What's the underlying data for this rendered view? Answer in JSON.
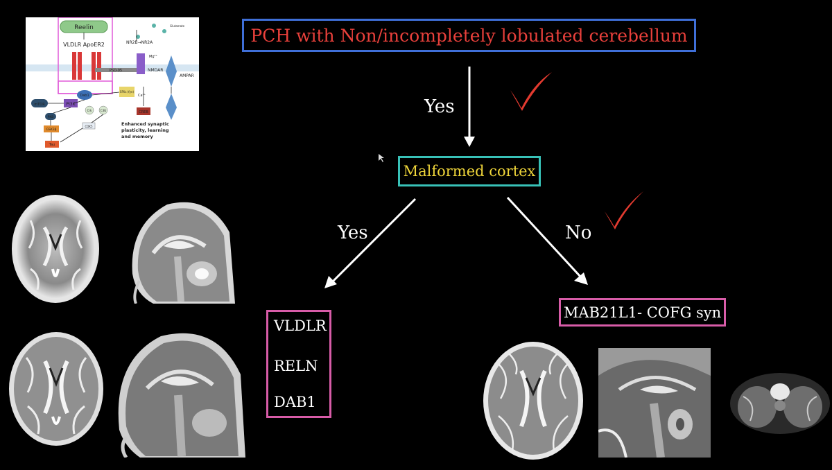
{
  "pathway": {
    "reelin": "Reelin",
    "receptors": "VLDLR ApoER2",
    "nr": "NR2B→NR2A",
    "glutamate": "Glutamate",
    "mg": "Mg²⁺",
    "psd": "PSD-95",
    "nmdar": "NMDAR",
    "ampar": "AMPAR",
    "dab1": "Dab1",
    "sfks": "SFKs (fyn)",
    "ca": "Ca²⁺",
    "creb": "CREB",
    "mtor": "mTOR",
    "pi3k": "PI3K",
    "pkb": "PKB",
    "gsk": "GSK3β",
    "tau": "Tau",
    "crk": "Crk",
    "c3g": "C3G",
    "cdk5": "CDK5",
    "enhanced": [
      "Enhanced synaptic",
      "plasticity, learning",
      "and memory"
    ]
  },
  "flow": {
    "title": "PCH with Non/incompletely lobulated cerebellum",
    "yes_top": "Yes",
    "cortex": "Malformed cortex",
    "yes_left": "Yes",
    "no_right": "No",
    "genes": [
      "VLDLR",
      "RELN",
      "DAB1"
    ],
    "mab": "MAB21L1- COFG syn"
  },
  "colors": {
    "title_border": "#3f6fd8",
    "title_text": "#e8403b",
    "cortex_border": "#38c2b8",
    "cortex_text": "#f0d63a",
    "gene_border": "#d85ca8",
    "check": "#e23a2f"
  }
}
